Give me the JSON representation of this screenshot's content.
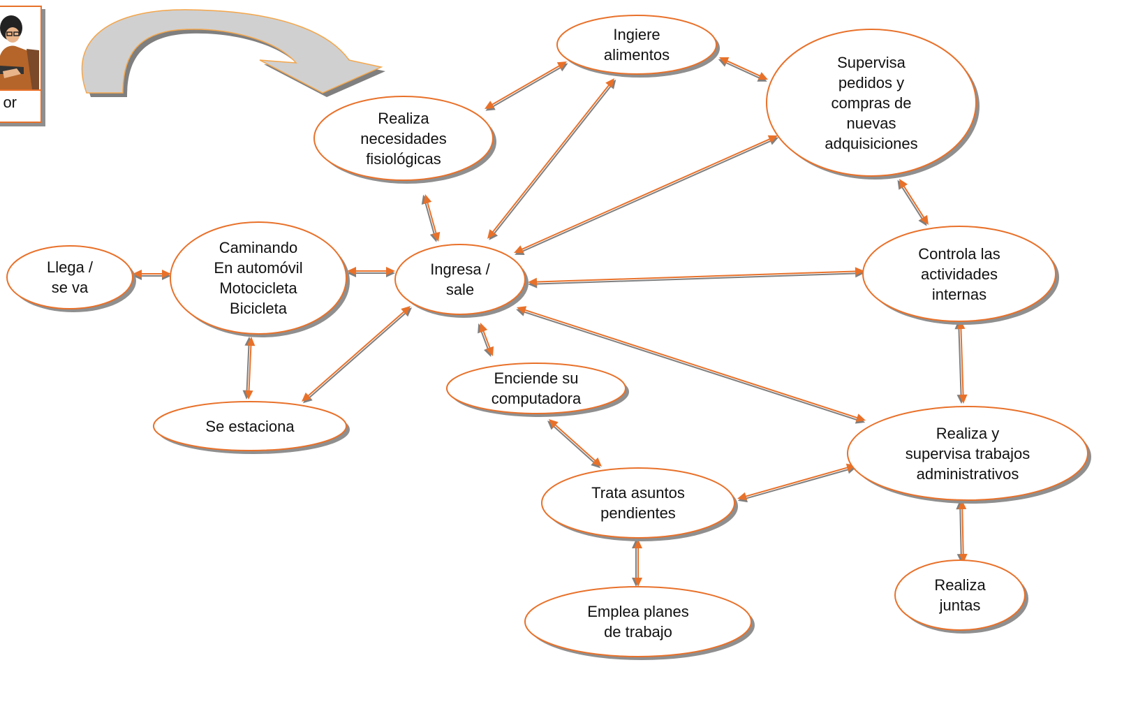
{
  "actor": {
    "label": "or",
    "icon": "person-at-desk-icon"
  },
  "colors": {
    "accent": "#e8712a",
    "shadow": "#8f8f8f",
    "arrow_shadow": "#7f7f7f",
    "curved_arrow_fill": "#d0d0d0"
  },
  "nodes": {
    "llega": "Llega /\nse va",
    "caminando": "Caminando\nEn automóvil\nMotocicleta\nBicicleta",
    "estaciona": "Se estaciona",
    "ingresa": "Ingresa /\nsale",
    "necesidades": "Realiza\nnecesidades\nfisiológicas",
    "alimentos": "Ingiere\nalimentos",
    "supervisa_pedidos": "Supervisa\npedidos y\ncompras de\nnuevas\nadquisiciones",
    "controla": "Controla las\nactividades\ninternas",
    "computadora": "Enciende su\ncomputadora",
    "realiza_admin": "Realiza y\nsupervisa trabajos\nadministrativos",
    "trata": "Trata asuntos\npendientes",
    "emplea": "Emplea planes\nde trabajo",
    "juntas": "Realiza\njuntas"
  }
}
